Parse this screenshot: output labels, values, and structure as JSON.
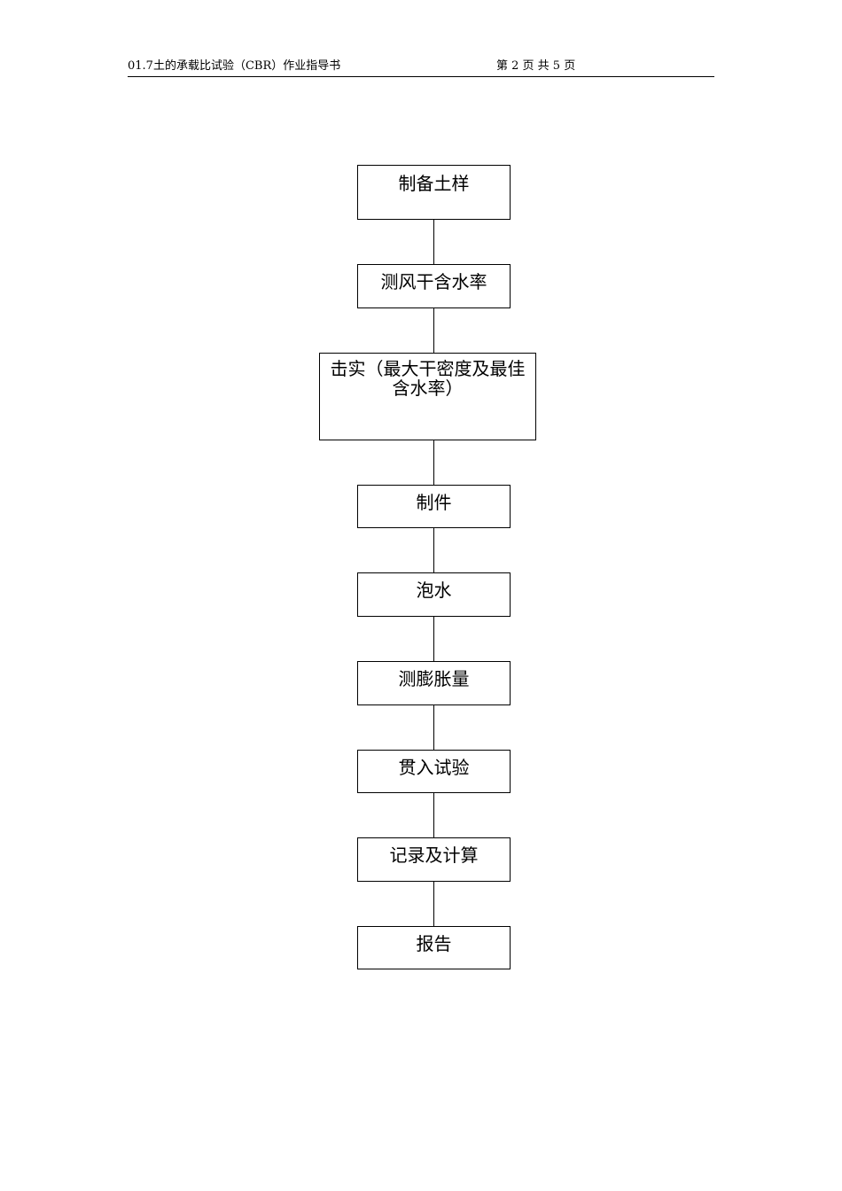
{
  "header": {
    "title": "01.7土的承载比试验（CBR）作业指导书",
    "page_info": "第 2 页 共 5 页"
  },
  "flow": {
    "steps": [
      "制备土样",
      "测风干含水率",
      "击实（最大干密度及最佳含水率）",
      "制件",
      "泡水",
      "测膨胀量",
      "贯入试验",
      "记录及计算",
      "报告"
    ]
  }
}
